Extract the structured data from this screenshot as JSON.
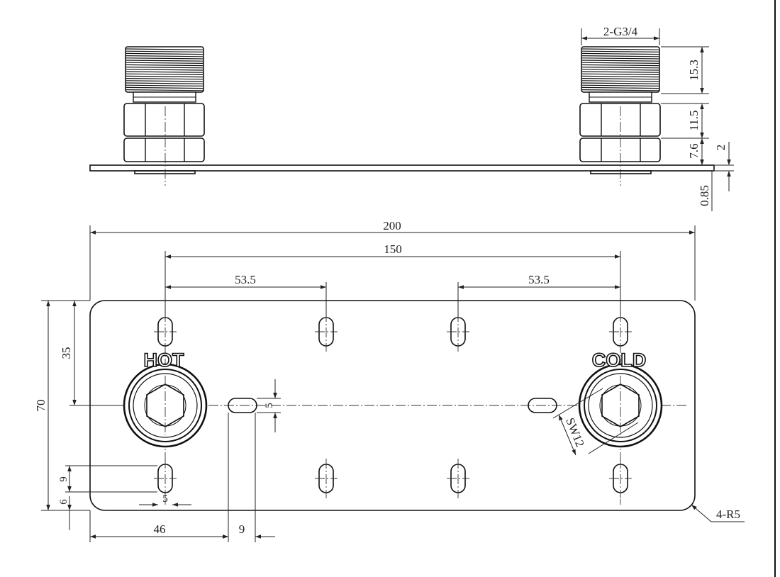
{
  "labels": {
    "hot": "HOT",
    "cold": "COLD"
  },
  "dimensions": {
    "thread": "2-G3/4",
    "thread_length": "15.3",
    "nut_height": "11.5",
    "lock_nut_height": "7.6",
    "height_2": "2",
    "plate_thickness": "0.85",
    "overall_width": "200",
    "inlet_spacing": "150",
    "hole_spacing_left": "53.5",
    "hole_spacing_right": "53.5",
    "overall_height": "70",
    "height_35": "35",
    "slot_width": "5",
    "hex_size": "SW12",
    "dim_6": "6",
    "dim_9": "9",
    "slot_width_bottom": "5",
    "offset_46": "46",
    "offset_9": "9",
    "corner_radius": "4-R5"
  }
}
